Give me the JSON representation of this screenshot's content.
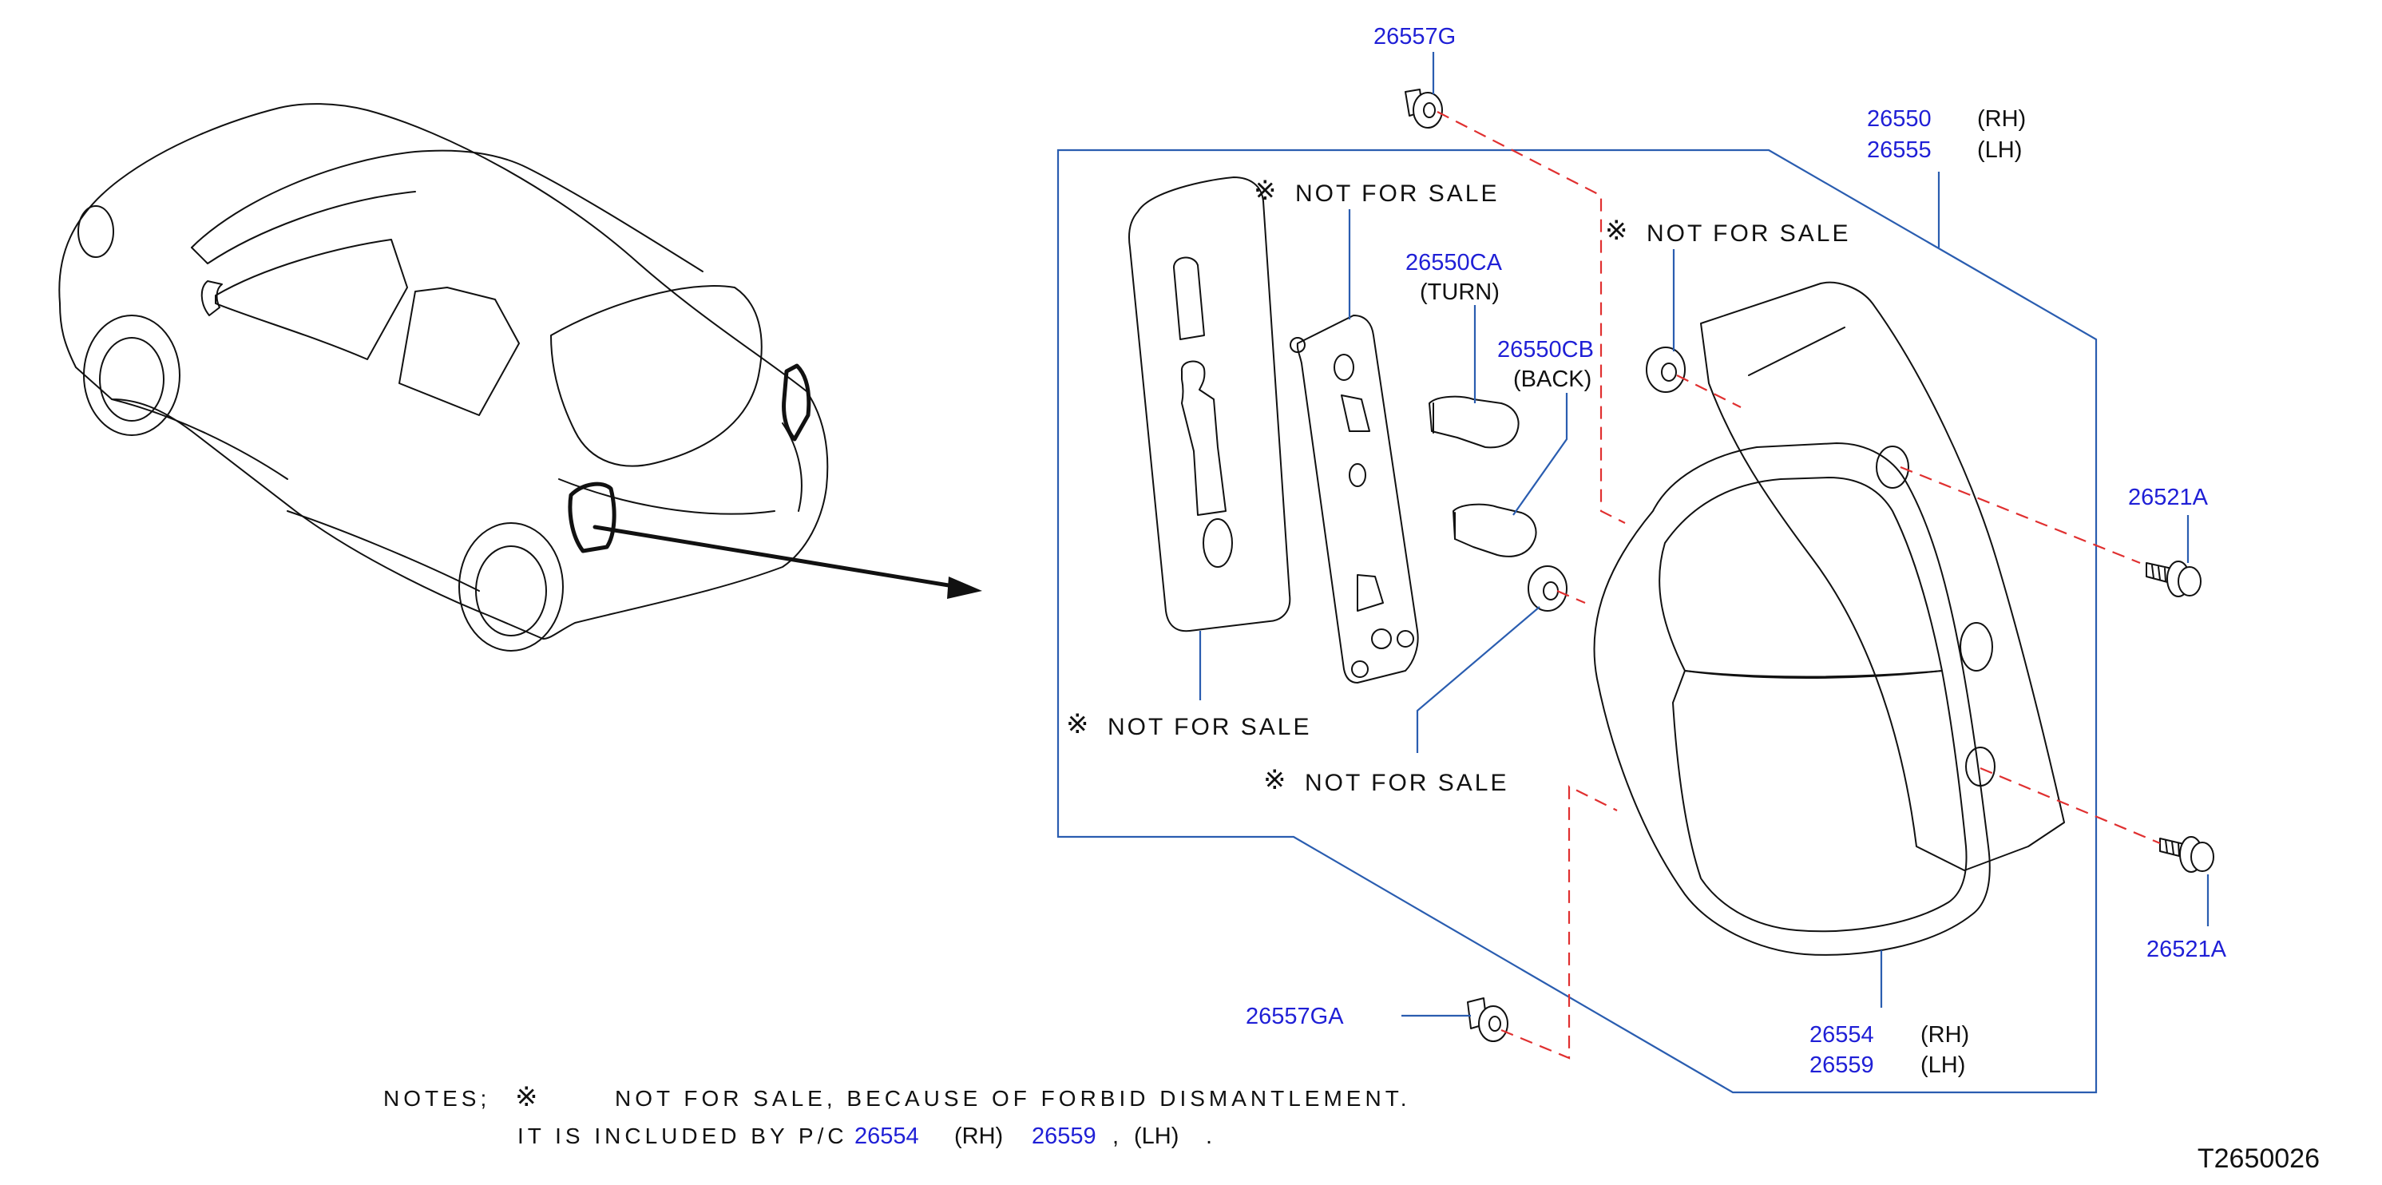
{
  "part_numbers": {
    "p26557G": "26557G",
    "p26550": "26550",
    "p26555": "26555",
    "p26550CA": "26550CA",
    "p26550CB": "26550CB",
    "p26521A_upper": "26521A",
    "p26521A_lower": "26521A",
    "p26557GA": "26557GA",
    "p26554": "26554",
    "p26559": "26559"
  },
  "labels": {
    "rh": "(RH)",
    "lh": "(LH)",
    "turn": "(TURN)",
    "back": "(BACK)",
    "not_for_sale": "NOT  FOR  SALE",
    "mark": "※"
  },
  "notes": {
    "line1_prefix": "NOTES;",
    "line1_text": "NOT  FOR  SALE,  BECAUSE  OF  FORBID  DISMANTLEMENT.",
    "line2_prefix": "IT  IS  INCLUDED  BY  P/C",
    "line2_pn1": "26554",
    "line2_rh": "(RH)",
    "line2_pn2": "26559",
    "line2_sep": ",",
    "line2_lh": "(LH)",
    "line2_end": "."
  },
  "diagram_code": "T2650026",
  "colors": {
    "part_number": "#1f1fd6",
    "leader": "#2a5db0",
    "mating_dash": "#e03030",
    "outline": "#111111"
  }
}
